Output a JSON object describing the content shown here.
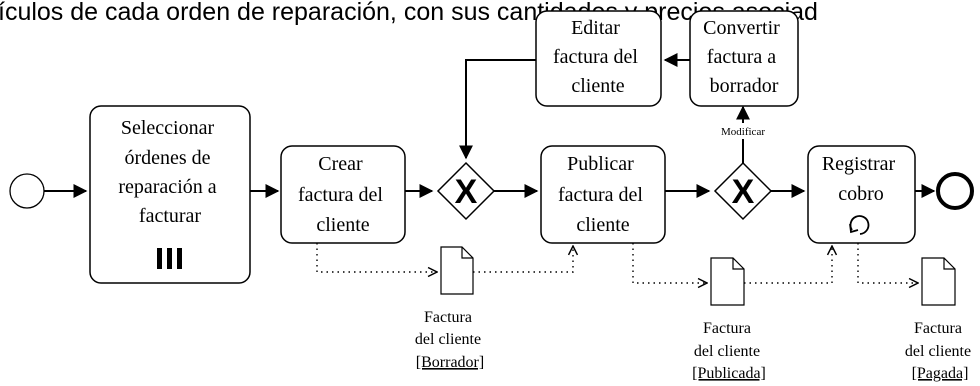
{
  "header_text": "ículos de cada orden de reparación, con sus cantidades y precios asociad",
  "tasks": {
    "seleccionar": [
      "Seleccionar",
      "órdenes de",
      "reparación a",
      "facturar"
    ],
    "crear": [
      "Crear",
      "factura del",
      "cliente"
    ],
    "publicar": [
      "Publicar",
      "factura del",
      "cliente"
    ],
    "registrar": [
      "Registrar",
      "cobro"
    ],
    "editar": [
      "Editar",
      "factura del",
      "cliente"
    ],
    "convertir": [
      "Convertir",
      "factura a",
      "borrador"
    ]
  },
  "gateway_condition": "Modificar",
  "documents": {
    "borrador": [
      "Factura",
      "del cliente",
      "[Borrador]"
    ],
    "publicada": [
      "Factura",
      "del cliente",
      "[Publicada]"
    ],
    "pagada": [
      "Factura",
      "del cliente",
      "[Pagada]"
    ]
  }
}
